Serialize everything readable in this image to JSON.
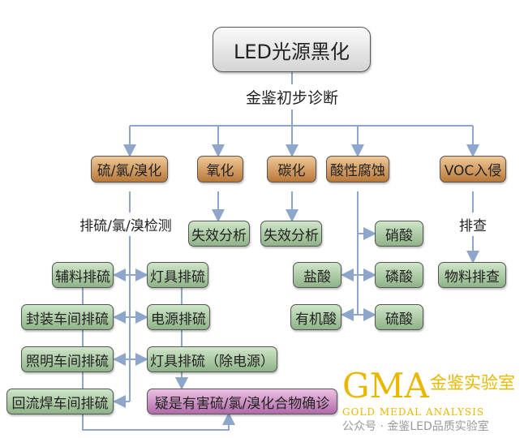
{
  "root": "LED光源黑化",
  "step_label": "金鉴初步诊断",
  "categories": [
    "硫/氯/溴化",
    "氧化",
    "碳化",
    "酸性腐蚀",
    "VOC入侵"
  ],
  "sulfur_label": "排硫/氯/溴检测",
  "failure_analysis": [
    "失效分析",
    "失效分析"
  ],
  "acids": [
    "硝酸",
    "盐酸",
    "磷酸",
    "有机酸",
    "硫酸"
  ],
  "voc_label": "排查",
  "voc_leaf": "物料排查",
  "left_column": [
    "辅料排硫",
    "封装车间排硫",
    "照明车间排硫",
    "回流焊车间排硫"
  ],
  "right_column": [
    "灯具排硫",
    "电源排硫",
    "灯具排硫（除电源）"
  ],
  "final": "疑是有害硫/氯/溴化合物确诊",
  "watermark": {
    "logo": "GMA",
    "brand": "金鉴实验室",
    "english": "GOLD MEDAL ANALYSIS",
    "account": "公众号 · 金鉴LED品质实验室"
  },
  "colors": {
    "line": "#8fa6cc",
    "category": "#c88a4a",
    "leaf": "#a8c8a0",
    "final": "#c47ebc",
    "watermark": "#e8b800"
  }
}
